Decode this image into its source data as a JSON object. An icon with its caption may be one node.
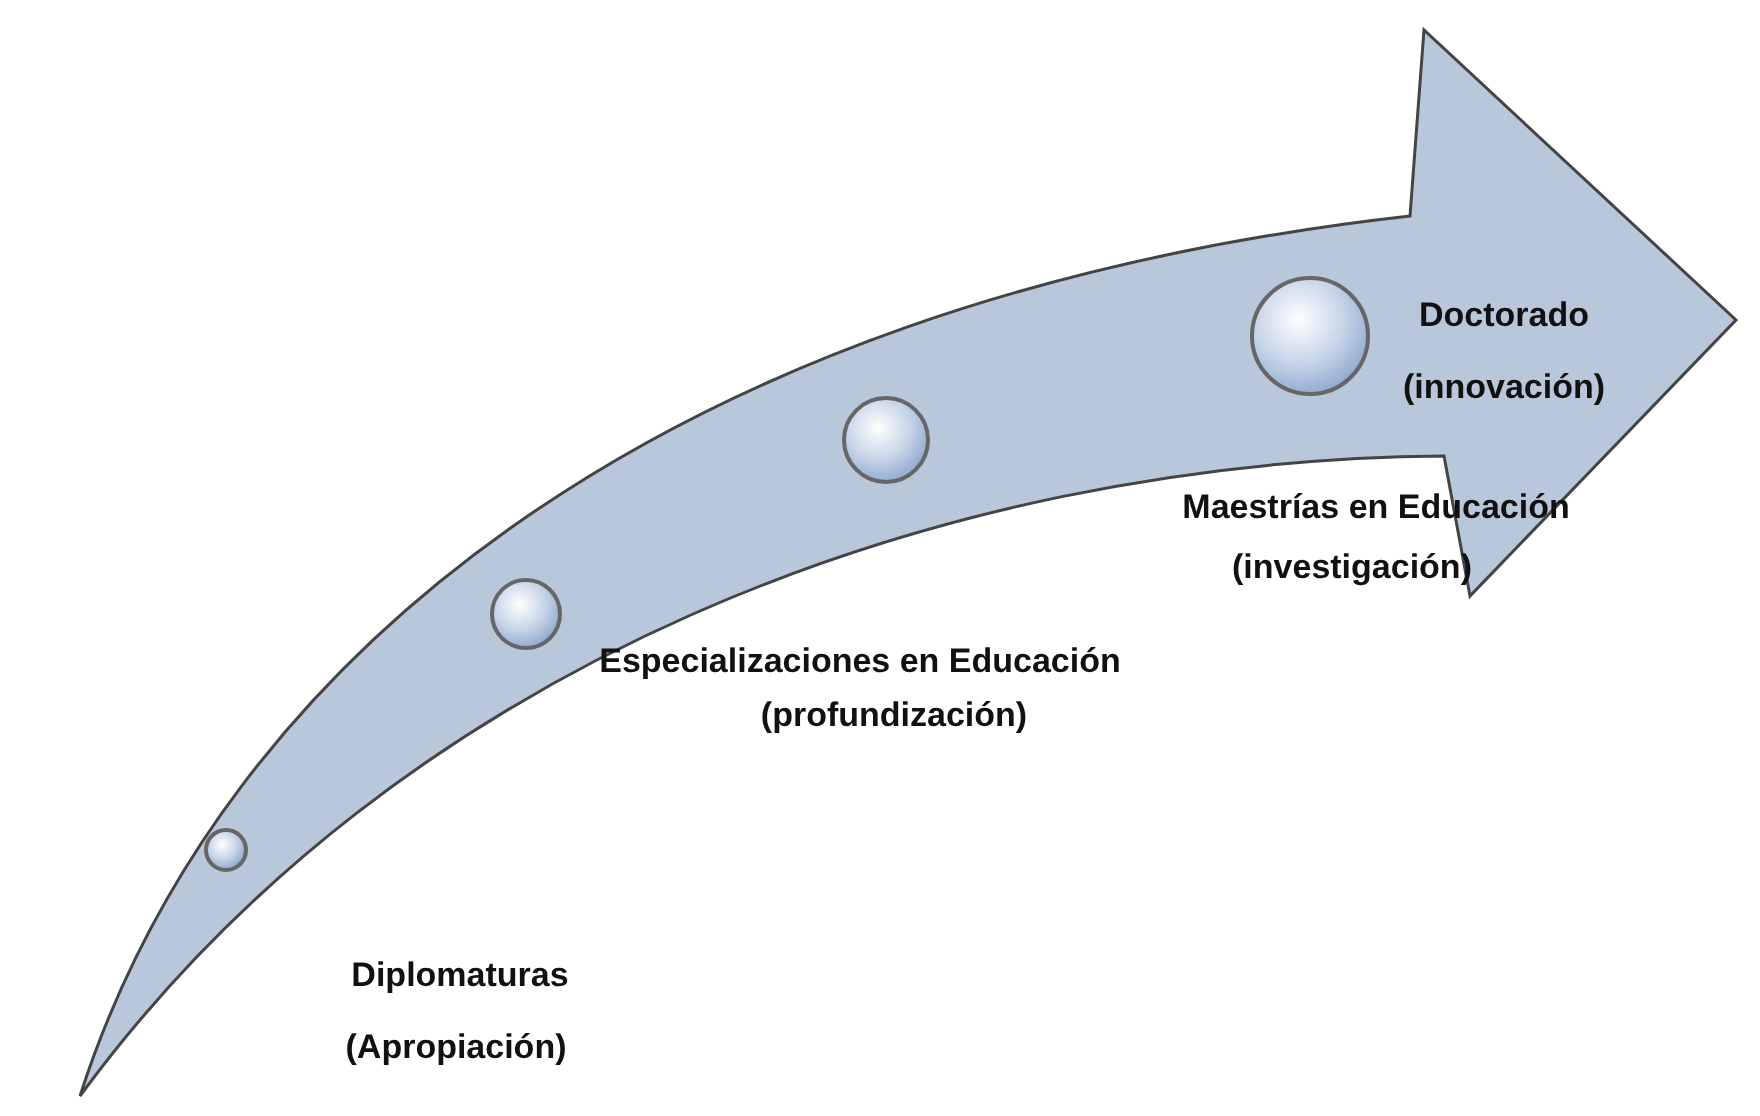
{
  "diagram": {
    "nodes": [
      {
        "text": [],
        "shape": "circle",
        "beside": [
          "Diplomaturas",
          "(Apropiación)"
        ]
      },
      {
        "text": [],
        "shape": "circle",
        "beside": [
          "Especializaciones en Educación",
          "(profundización)"
        ]
      },
      {
        "text": [],
        "shape": "circle",
        "beside": [
          "Maestrías en Educación",
          "(investigación)"
        ]
      },
      {
        "text": [],
        "shape": "circle",
        "beside": [
          "Doctorado",
          "(innovación)"
        ]
      }
    ]
  }
}
